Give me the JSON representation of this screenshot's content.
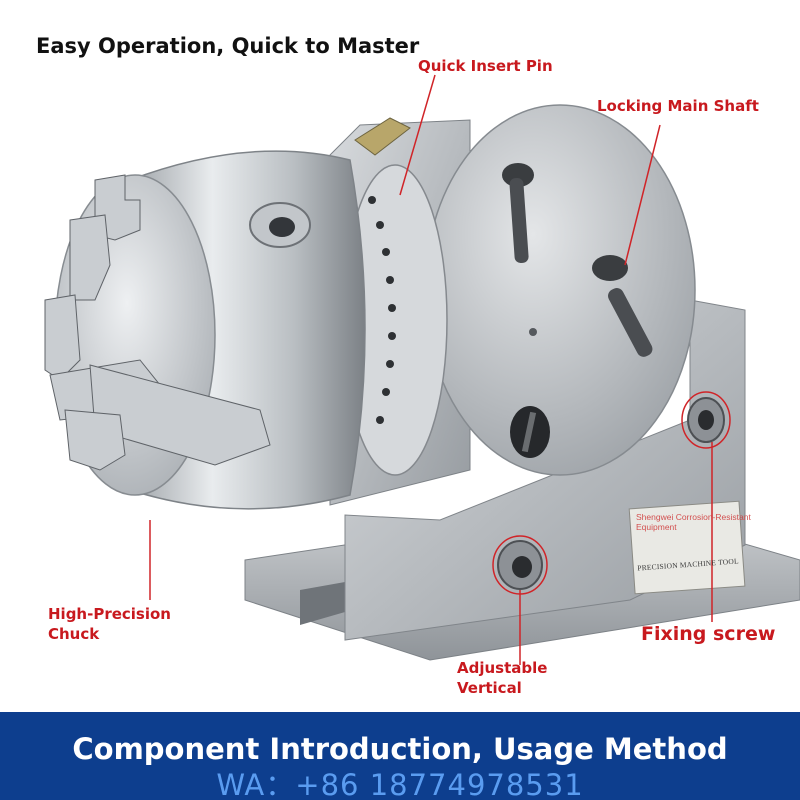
{
  "headline": "Easy Operation, Quick to Master",
  "callouts": {
    "quick_insert_pin": "Quick Insert Pin",
    "locking_main_shaft": "Locking Main Shaft",
    "chuck_line1": "High-Precision",
    "chuck_line2": "Chuck",
    "vertical_line1": "Adjustable",
    "vertical_line2": "Vertical",
    "fixing_screw": "Fixing screw"
  },
  "watermark": {
    "line1": "Shengwei Corrosion-Resistant",
    "line2": "Equipment"
  },
  "nameplate": "PRECISION MACHINE TOOL",
  "footer": {
    "title": "Component Introduction, Usage Method",
    "contact": "WA：+86 18774978531"
  },
  "colors": {
    "callout_red": "#c8191e",
    "footer_blue": "#0d3e8e",
    "contact_blue": "#5a9cf0"
  }
}
